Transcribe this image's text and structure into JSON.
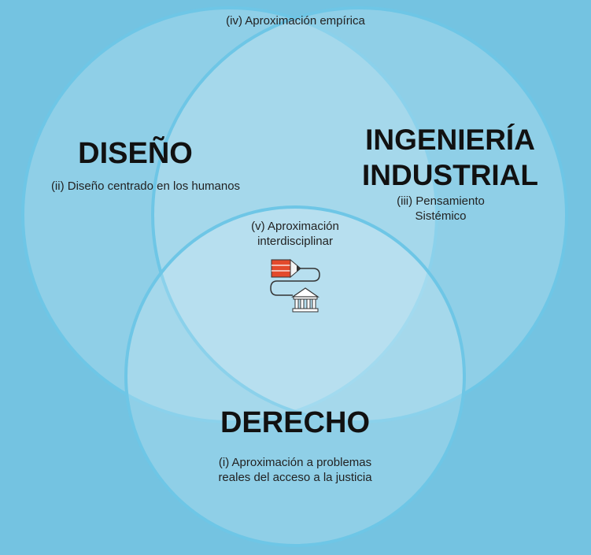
{
  "diagram": {
    "top_label": "(iv) Aproximación empírica",
    "circles": {
      "diseno": {
        "title": "DISEÑO",
        "subtitle": "(ii) Diseño centrado en los humanos"
      },
      "ingenieria": {
        "title_line1": "INGENIERÍA",
        "title_line2": "INDUSTRIAL",
        "subtitle_line1": "(iii) Pensamiento",
        "subtitle_line2": "Sistémico"
      },
      "derecho": {
        "title": "DERECHO",
        "subtitle_line1": "(i) Aproximación a problemas",
        "subtitle_line2": "reales del acceso a la justicia"
      }
    },
    "center": {
      "label_line1": "(v) Aproximación",
      "label_line2": "interdisciplinar",
      "icon": "pencil-to-courthouse-icon"
    }
  },
  "colors": {
    "background": "#74c3e1",
    "circle_fill": "#ffffff",
    "circle_stroke": "#6ec6e6",
    "pencil": "#e34a2c",
    "courthouse": "#ffffff"
  }
}
